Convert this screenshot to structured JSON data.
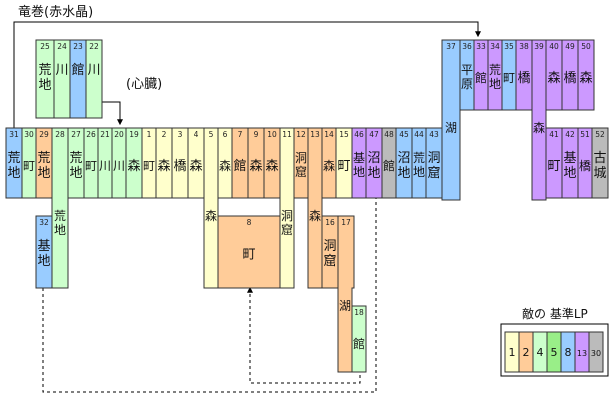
{
  "title": "竜巻(赤水晶)",
  "heart_label": "(心臓)",
  "legend": {
    "title": "敵の 基準LP",
    "items": [
      {
        "value": "1",
        "color": "#ffffcc"
      },
      {
        "value": "2",
        "color": "#ffcc99"
      },
      {
        "value": "4",
        "color": "#ccffcc"
      },
      {
        "value": "5",
        "color": "#99ee88"
      },
      {
        "value": "8",
        "color": "#99ccff"
      },
      {
        "value": "13",
        "color": "#cc99ff"
      },
      {
        "value": "30",
        "color": "#bbbbbb"
      }
    ]
  },
  "rooms": [
    {
      "id": "25",
      "label": "荒地",
      "color": "#ccffcc"
    },
    {
      "id": "24",
      "label": "川",
      "color": "#ccffcc"
    },
    {
      "id": "23",
      "label": "館",
      "color": "#99ccff"
    },
    {
      "id": "22",
      "label": "川",
      "color": "#ccffcc"
    },
    {
      "id": "37",
      "label": "",
      "color": "#99ccff"
    },
    {
      "id": "36",
      "label": "平原",
      "color": "#99ccff"
    },
    {
      "id": "33",
      "label": "館",
      "color": "#cc99ff"
    },
    {
      "id": "34",
      "label": "荒地",
      "color": "#cc99ff"
    },
    {
      "id": "35",
      "label": "町",
      "color": "#99ccff"
    },
    {
      "id": "38",
      "label": "橋",
      "color": "#cc99ff"
    },
    {
      "id": "39",
      "label": "",
      "color": "#cc99ff"
    },
    {
      "id": "40",
      "label": "森",
      "color": "#cc99ff"
    },
    {
      "id": "49",
      "label": "橋",
      "color": "#cc99ff"
    },
    {
      "id": "50",
      "label": "森",
      "color": "#cc99ff"
    },
    {
      "id": "31",
      "label": "荒地",
      "color": "#99ccff"
    },
    {
      "id": "30",
      "label": "町",
      "color": "#ccffcc"
    },
    {
      "id": "29",
      "label": "荒地",
      "color": "#ffcc99"
    },
    {
      "id": "28",
      "label": "",
      "color": "#ccffcc"
    },
    {
      "id": "27",
      "label": "荒地",
      "color": "#ccffcc"
    },
    {
      "id": "26",
      "label": "町",
      "color": "#ccffcc"
    },
    {
      "id": "21",
      "label": "川",
      "color": "#ccffcc"
    },
    {
      "id": "20",
      "label": "川",
      "color": "#ccffcc"
    },
    {
      "id": "19",
      "label": "森",
      "color": "#ccffcc"
    },
    {
      "id": "1",
      "label": "町",
      "color": "#ffffcc"
    },
    {
      "id": "2",
      "label": "森",
      "color": "#ffffcc"
    },
    {
      "id": "3",
      "label": "橋",
      "color": "#ffffcc"
    },
    {
      "id": "4",
      "label": "森",
      "color": "#ffffcc"
    },
    {
      "id": "5",
      "label": "",
      "color": "#ffffcc"
    },
    {
      "id": "6",
      "label": "森",
      "color": "#ffffcc"
    },
    {
      "id": "7",
      "label": "館",
      "color": "#ffcc99"
    },
    {
      "id": "9",
      "label": "森",
      "color": "#ffcc99"
    },
    {
      "id": "10",
      "label": "森",
      "color": "#ffcc99"
    },
    {
      "id": "11",
      "label": "",
      "color": "#ffffcc"
    },
    {
      "id": "12",
      "label": "洞窟",
      "color": "#ffcc99"
    },
    {
      "id": "13",
      "label": "",
      "color": "#ffcc99"
    },
    {
      "id": "14",
      "label": "森",
      "color": "#ffcc99"
    },
    {
      "id": "15",
      "label": "町",
      "color": "#ffffcc"
    },
    {
      "id": "46",
      "label": "基地",
      "color": "#cc99ff"
    },
    {
      "id": "47",
      "label": "沼地",
      "color": "#cc99ff"
    },
    {
      "id": "48",
      "label": "館",
      "color": "#bbbbbb"
    },
    {
      "id": "45",
      "label": "沼地",
      "color": "#99ccff"
    },
    {
      "id": "44",
      "label": "荒地",
      "color": "#99ccff"
    },
    {
      "id": "43",
      "label": "洞窟",
      "color": "#99ccff"
    },
    {
      "id": "41",
      "label": "町",
      "color": "#cc99ff"
    },
    {
      "id": "42",
      "label": "基地",
      "color": "#cc99ff"
    },
    {
      "id": "51",
      "label": "橋",
      "color": "#cc99ff"
    },
    {
      "id": "52",
      "label": "古城",
      "color": "#bbbbbb"
    },
    {
      "id": "32",
      "label": "基地",
      "color": "#99ccff"
    },
    {
      "id": "8",
      "label": "町",
      "color": "#ffcc99"
    },
    {
      "id": "16",
      "label": "洞窟",
      "color": "#ffcc99"
    },
    {
      "id": "17",
      "label": "",
      "color": "#ffcc99"
    },
    {
      "id": "18",
      "label": "館",
      "color": "#ccffcc"
    }
  ],
  "corridors": [
    {
      "id": "c-28",
      "label": "荒地",
      "color": "#ccffcc"
    },
    {
      "id": "c-5",
      "label": "森",
      "color": "#ffffcc"
    },
    {
      "id": "c-11",
      "label": "洞窟",
      "color": "#ffffcc"
    },
    {
      "id": "c-13",
      "label": "森",
      "color": "#ffcc99"
    },
    {
      "id": "c-17",
      "label": "湖",
      "color": "#ffcc99"
    },
    {
      "id": "c-37",
      "label": "湖",
      "color": "#99ccff"
    },
    {
      "id": "c-39",
      "label": "森",
      "color": "#cc99ff"
    }
  ]
}
